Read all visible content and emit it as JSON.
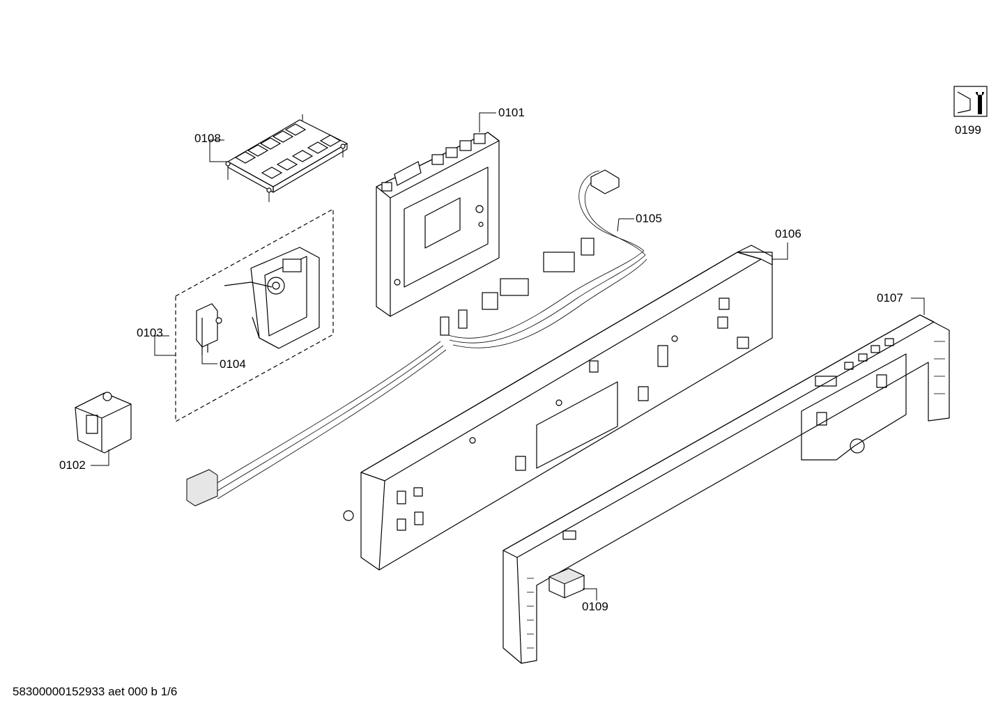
{
  "diagram": {
    "parts": [
      {
        "id": "0101"
      },
      {
        "id": "0102"
      },
      {
        "id": "0103"
      },
      {
        "id": "0104"
      },
      {
        "id": "0105"
      },
      {
        "id": "0106"
      },
      {
        "id": "0107"
      },
      {
        "id": "0108"
      },
      {
        "id": "0109"
      },
      {
        "id": "0199"
      }
    ],
    "footer": "58300000152933 aet 000 b 1/6"
  }
}
